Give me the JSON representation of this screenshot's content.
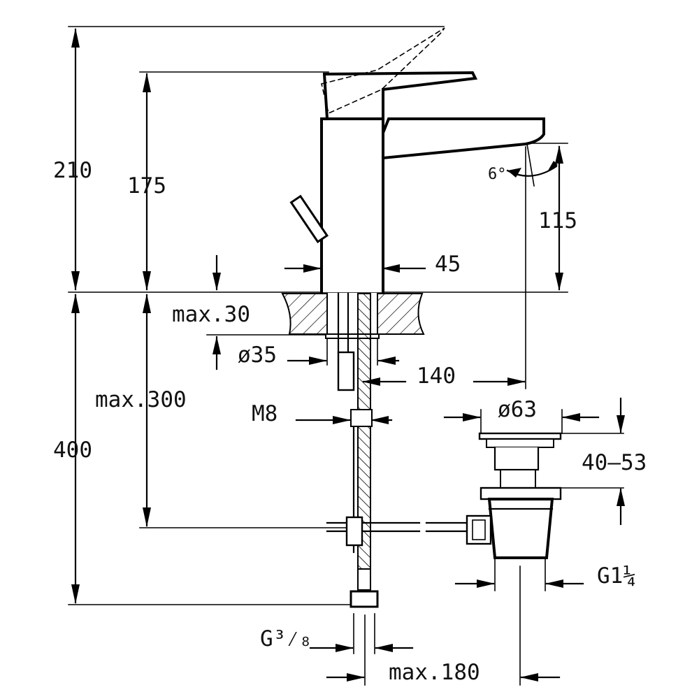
{
  "dimensions": {
    "total_height": "210",
    "lever_height": "175",
    "spout_height": "115",
    "spout_angle": "6°",
    "body_width": "45",
    "max_deck_thickness": "max.30",
    "hole_diameter": "ø35",
    "spout_reach": "140",
    "mounting_stud": "M8",
    "max_rod_length": "max.300",
    "hose_length": "400",
    "waste_diameter": "ø63",
    "waste_adjust_range": "40–53",
    "waste_thread": "G1¼",
    "supply_thread": "G³⁄₈",
    "max_rod_offset": "max.180"
  }
}
